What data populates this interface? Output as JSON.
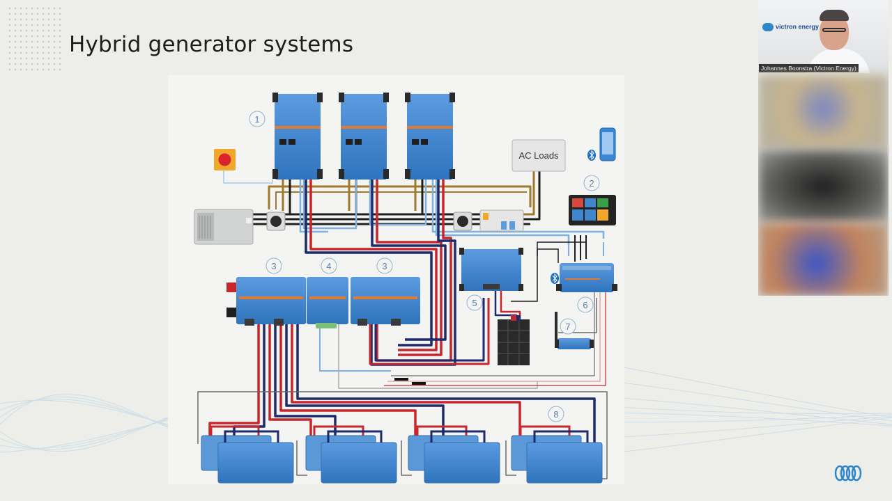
{
  "slide": {
    "title": "Hybrid generator systems"
  },
  "diagram": {
    "ac_loads_label": "AC Loads",
    "callouts": [
      "1",
      "2",
      "3",
      "4",
      "3",
      "5",
      "6",
      "7",
      "8"
    ],
    "colors": {
      "victron_blue": "#3f86cc",
      "dc_red": "#c7262c",
      "dc_navy": "#1d2a6b",
      "ve_cable_blue": "#7fb0de",
      "ac_brown": "#a07a2c",
      "estop_orange": "#f1a72a"
    }
  },
  "video": {
    "presenter_name": "Johannes Boonstra (Victron Energy)",
    "background_brand": "victron energy"
  }
}
